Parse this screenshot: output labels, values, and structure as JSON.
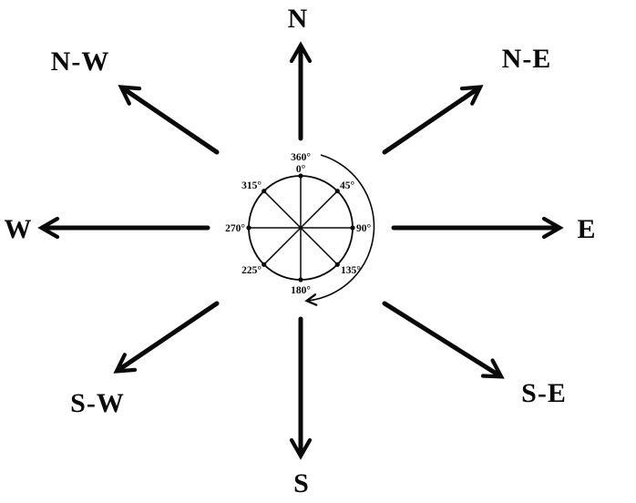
{
  "diagram": {
    "type": "compass-rose",
    "rotation_direction": "clockwise",
    "directions": {
      "north": "N",
      "north_east": "N-E",
      "east": "E",
      "south_east": "S-E",
      "south": "S",
      "south_west": "S-W",
      "west": "W",
      "north_west": "N-W"
    },
    "degree_labels": {
      "deg360": "360°",
      "deg0": "0°",
      "deg45": "45°",
      "deg90": "90°",
      "deg135": "135°",
      "deg180": "180°",
      "deg225": "225°",
      "deg270": "270°",
      "deg315": "315°"
    },
    "colors": {
      "ink": "#0a0a0a",
      "background": "#ffffff"
    }
  }
}
